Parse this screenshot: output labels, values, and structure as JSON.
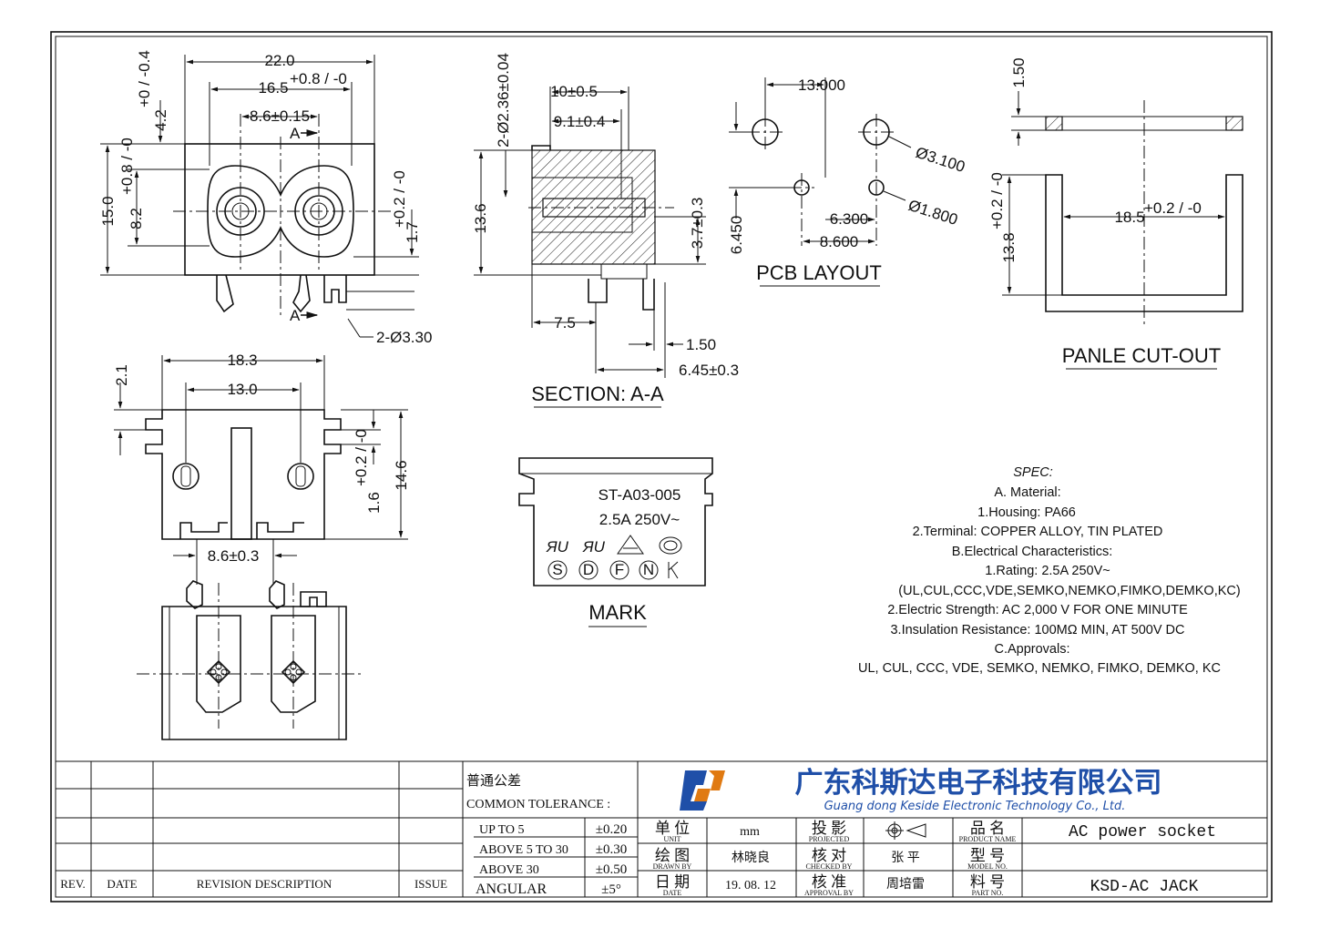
{
  "front_view": {
    "dim_width": "22.0",
    "dim_inner": "16.5",
    "dim_inner_tol": "+0.8 / -0",
    "dim_pin_pitch": "8.6±0.15",
    "dim_top": "4.2",
    "dim_top_tol": "+0 / -0.4",
    "dim_height": "15.0",
    "dim_opening": "8.2",
    "dim_opening_tol": "+0.8 / -0",
    "dim_right": "1.7",
    "dim_right_tol": "+0.2 / -0",
    "section_mark": "A",
    "hole_callout": "2-Ø3.30"
  },
  "section_view": {
    "dim_pin_dia": "2-Ø2.36±0.04",
    "dim_a": "10±0.5",
    "dim_b": "9.1±0.4",
    "dim_height": "13.6",
    "dim_c": "3.7±0.3",
    "dim_d": "7.5",
    "dim_e": "1.50",
    "dim_f": "6.45±0.3",
    "title": "SECTION: A-A"
  },
  "pcb_layout": {
    "dim_pitch": "13.000",
    "dim_large_hole": "Ø3.100",
    "dim_small_hole": "Ø1.800",
    "dim_a": "6.300",
    "dim_b": "8.600",
    "dim_vertical": "6.450",
    "title": "PCB LAYOUT"
  },
  "panel_cutout": {
    "dim_thickness": "1.50",
    "dim_width": "18.5",
    "dim_width_tol": "+0.2 / -0",
    "dim_height": "13.8",
    "dim_height_tol": "+0.2 / -0",
    "title": "PANLE CUT-OUT"
  },
  "top_view": {
    "dim_width": "18.3",
    "dim_pitch": "13.0",
    "dim_side": "2.1",
    "dim_height": "14.6",
    "dim_small": "1.6",
    "dim_small_tol": "+0.2 / -0",
    "dim_pin": "8.6±0.3"
  },
  "mark": {
    "model": "ST-A03-005",
    "rating": "2.5A 250V~",
    "title": "MARK"
  },
  "spec": {
    "title": "SPEC:",
    "lines": [
      "A. Material:",
      "1.Housing: PA66",
      "2.Terminal: COPPER ALLOY, TIN PLATED",
      "B.Electrical Characteristics:",
      "1.Rating:  2.5A 250V~",
      "(UL,CUL,CCC,VDE,SEMKO,NEMKO,FIMKO,DEMKO,KC)",
      "2.Electric Strength: AC 2,000 V FOR ONE MINUTE",
      "3.Insulation Resistance: 100MΩ MIN, AT 500V DC",
      "C.Approvals:",
      "UL, CUL, CCC, VDE, SEMKO, NEMKO, FIMKO, DEMKO, KC"
    ]
  },
  "title_block": {
    "rev_header": "REV.",
    "date_header": "DATE",
    "desc_header": "REVISION  DESCRIPTION",
    "issue_header": "ISSUE",
    "tol_title_cn": "普通公差",
    "tol_title_en": "COMMON TOLERANCE :",
    "tolerances": [
      {
        "range": "UP TO 5",
        "value": "±0.20"
      },
      {
        "range": "ABOVE 5 TO 30",
        "value": "±0.30"
      },
      {
        "range": "ABOVE 30",
        "value": "±0.50"
      },
      {
        "range": "ANGULAR",
        "value": "±5°"
      }
    ],
    "company_cn": "广东科斯达电子科技有限公司",
    "company_en": "Guang dong Keside  Electronic Technology Co., Ltd.",
    "unit_cn": "单 位",
    "unit_en": "UNIT",
    "unit_value": "mm",
    "projected_cn": "投 影",
    "projected_en": "PROJECTED",
    "drawn_cn": "绘 图",
    "drawn_en": "DRAWN  BY",
    "drawn_value": "林晓良",
    "checked_cn": "核 对",
    "checked_en": "CHECKED  BY",
    "checked_value": "张 平",
    "date_cn": "日 期",
    "date_en": "DATE",
    "date_value": "19. 08. 12",
    "approval_cn": "核 准",
    "approval_en": "APPROVAL  BY",
    "approval_value": "周培雷",
    "product_cn": "品 名",
    "product_en": "PRODUCT  NAME",
    "product_value": "AC power socket",
    "model_cn": "型 号",
    "model_en": "MODEL  NO.",
    "model_value": "",
    "part_cn": "料 号",
    "part_en": "PART  NO.",
    "part_value": "KSD-AC JACK"
  },
  "colors": {
    "line": "#111111",
    "logo_blue": "#1f4fa8",
    "logo_orange": "#e07a12",
    "paper": "#ffffff"
  }
}
